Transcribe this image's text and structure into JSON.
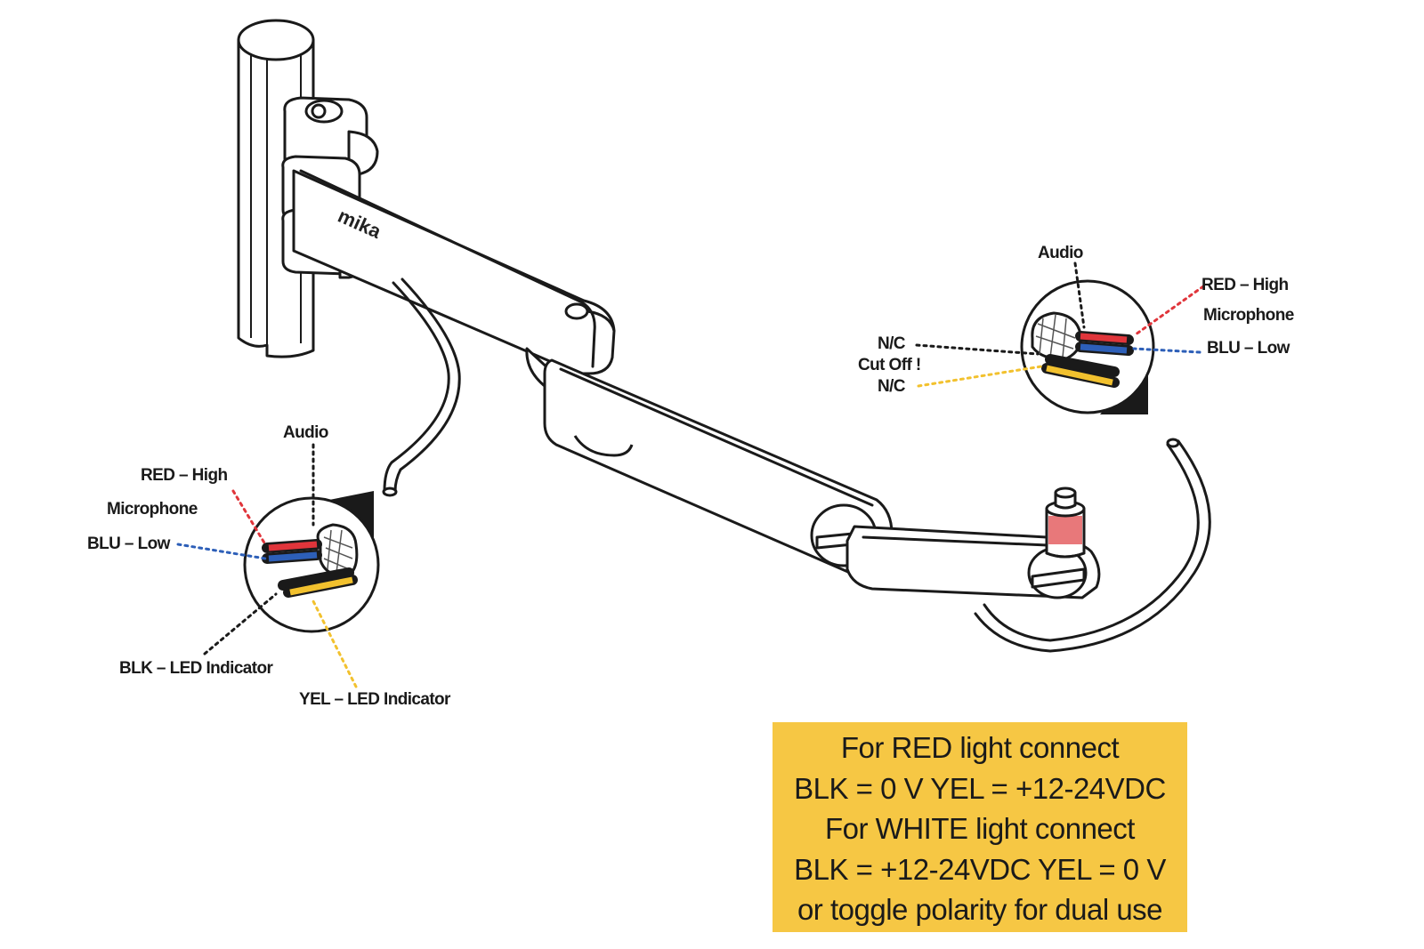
{
  "brand": "mika",
  "colors": {
    "red": "#e0353b",
    "blue": "#2d5fb8",
    "black": "#1a1a1a",
    "yellow": "#f2c12e",
    "note_bg": "#f6c744",
    "lamp_red": "#e8787a"
  },
  "left_inset": {
    "audio": "Audio",
    "red": "RED – High",
    "microphone": "Microphone",
    "blu": "BLU – Low",
    "blk": "BLK – LED Indicator",
    "yel": "YEL – LED Indicator"
  },
  "right_inset": {
    "audio": "Audio",
    "red": "RED – High",
    "microphone": "Microphone",
    "blu": "BLU – Low",
    "nc1": "N/C",
    "cut_off": "Cut Off !",
    "nc2": "N/C"
  },
  "note": {
    "line1": "For RED light connect",
    "line2": "BLK = 0 V   YEL = +12-24VDC",
    "line3": "For WHITE light connect",
    "line4": "BLK = +12-24VDC   YEL = 0 V",
    "line5": "or toggle polarity for dual use"
  }
}
